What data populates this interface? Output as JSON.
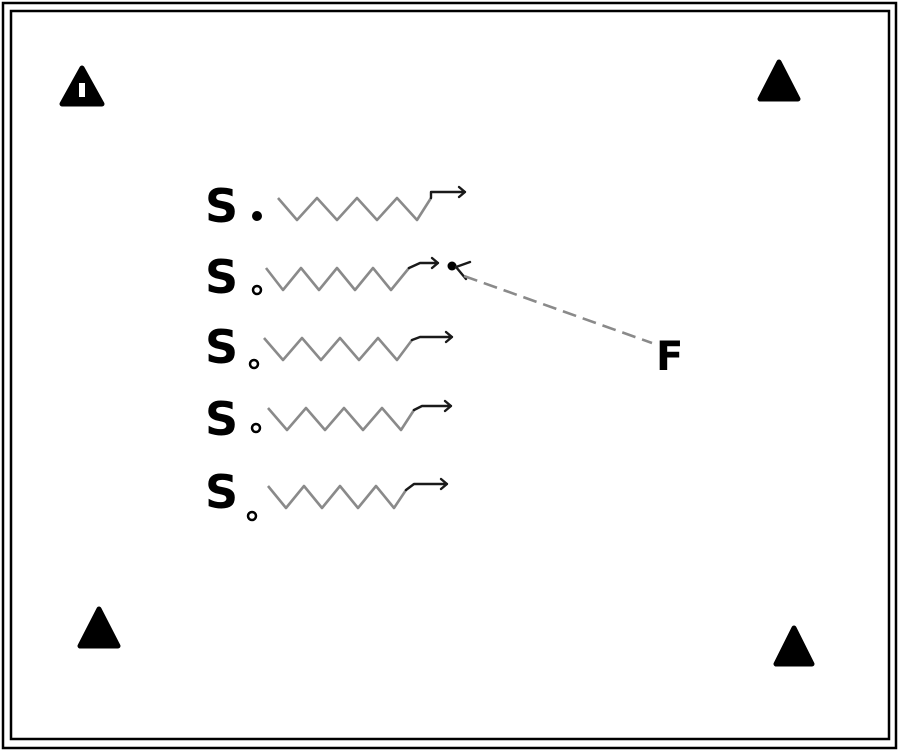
{
  "figure": {
    "source_label": "S",
    "focus_label": "F",
    "sources": [
      {
        "subscript": "filled-dot"
      },
      {
        "subscript": "small-circle"
      },
      {
        "subscript": "small-circle"
      },
      {
        "subscript": "small-circle"
      },
      {
        "subscript": "small-circle"
      }
    ],
    "corner_markers": [
      "warning-triangle",
      "warning-triangle",
      "warning-triangle",
      "warning-triangle"
    ],
    "colors": {
      "ink": "#000000",
      "wave": "#8a8a8a",
      "frame": "#000000",
      "background": "#ffffff"
    }
  }
}
